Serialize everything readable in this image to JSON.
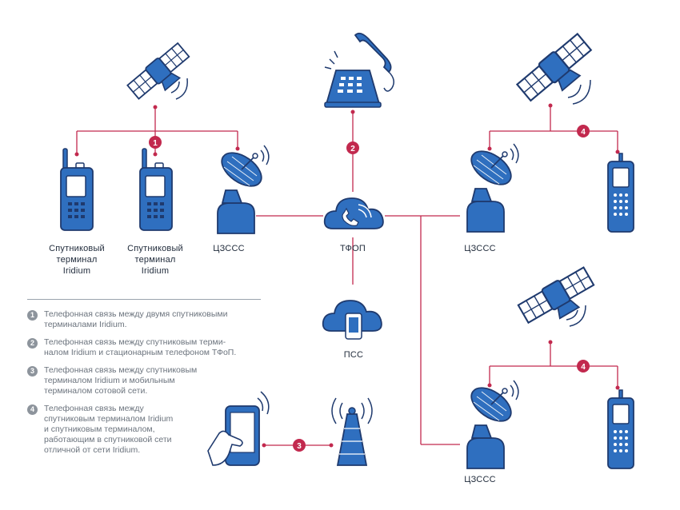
{
  "nodes": {
    "terminal1": "Спутниковый\nтерминал\nIridium",
    "terminal2": "Спутниковый\nтерминал\nIridium",
    "ground_station_left": "ЦЗСCC",
    "pstn": "ТФОП",
    "ground_station_right_top": "ЦЗСCC",
    "cellular": "ПСС",
    "ground_station_right_bottom": "ЦЗСCC"
  },
  "links": {
    "badge1": "1",
    "badge2": "2",
    "badge3": "3",
    "badge4a": "4",
    "badge4b": "4"
  },
  "legend": [
    {
      "num": "1",
      "text": "Телефонная связь между двумя спутниковыми\nтерминалами Iridium."
    },
    {
      "num": "2",
      "text": "Телефонная связь между спутниковым терми-\nналом Iridium и стационарным телефоном  ТФоП."
    },
    {
      "num": "3",
      "text": "Телефонная связь между спутниковым\nтерминалом Iridium и мобильным\nтерминалом сотовой сети."
    },
    {
      "num": "4",
      "text": "Телефонная связь между\nспутниковым терминалом Iridium\nи спутниковым терминалом,\nработающим в спутниковой сети\nотличной от сети Iridium."
    }
  ],
  "colors": {
    "icon_blue": "#2f6fbf",
    "outline": "#1f3a6e",
    "link_red": "#c2294e",
    "legend_gray": "#8d949c"
  }
}
